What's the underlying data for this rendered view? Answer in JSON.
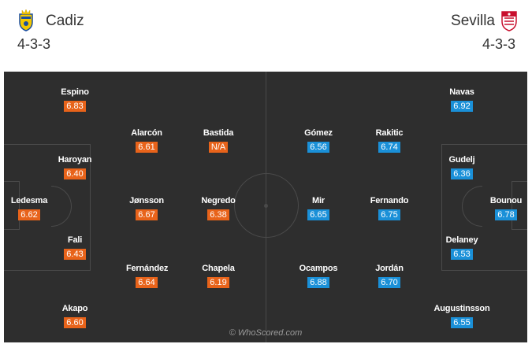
{
  "home": {
    "name": "Cadiz",
    "formation": "4-3-3",
    "crest_icon": "cadiz-crest-icon",
    "rating_color": "#e8631a",
    "players": [
      {
        "name": "Espino",
        "rating": "6.83"
      },
      {
        "name": "Alarcón",
        "rating": "6.61"
      },
      {
        "name": "Bastida",
        "rating": "N/A"
      },
      {
        "name": "Haroyan",
        "rating": "6.40"
      },
      {
        "name": "Ledesma",
        "rating": "6.62"
      },
      {
        "name": "Jønsson",
        "rating": "6.67"
      },
      {
        "name": "Negredo",
        "rating": "6.38"
      },
      {
        "name": "Fali",
        "rating": "6.43"
      },
      {
        "name": "Fernández",
        "rating": "6.64"
      },
      {
        "name": "Chapela",
        "rating": "6.19"
      },
      {
        "name": "Akapo",
        "rating": "6.60"
      }
    ]
  },
  "away": {
    "name": "Sevilla",
    "formation": "4-3-3",
    "crest_icon": "sevilla-crest-icon",
    "rating_color": "#1a90d8",
    "players": [
      {
        "name": "Navas",
        "rating": "6.92"
      },
      {
        "name": "Gómez",
        "rating": "6.56"
      },
      {
        "name": "Rakitic",
        "rating": "6.74"
      },
      {
        "name": "Gudelj",
        "rating": "6.36"
      },
      {
        "name": "Mir",
        "rating": "6.65"
      },
      {
        "name": "Fernando",
        "rating": "6.75"
      },
      {
        "name": "Bounou",
        "rating": "6.78"
      },
      {
        "name": "Delaney",
        "rating": "6.53"
      },
      {
        "name": "Ocampos",
        "rating": "6.88"
      },
      {
        "name": "Jordán",
        "rating": "6.70"
      },
      {
        "name": "Augustinsson",
        "rating": "6.55"
      }
    ]
  },
  "watermark": "© WhoScored.com"
}
